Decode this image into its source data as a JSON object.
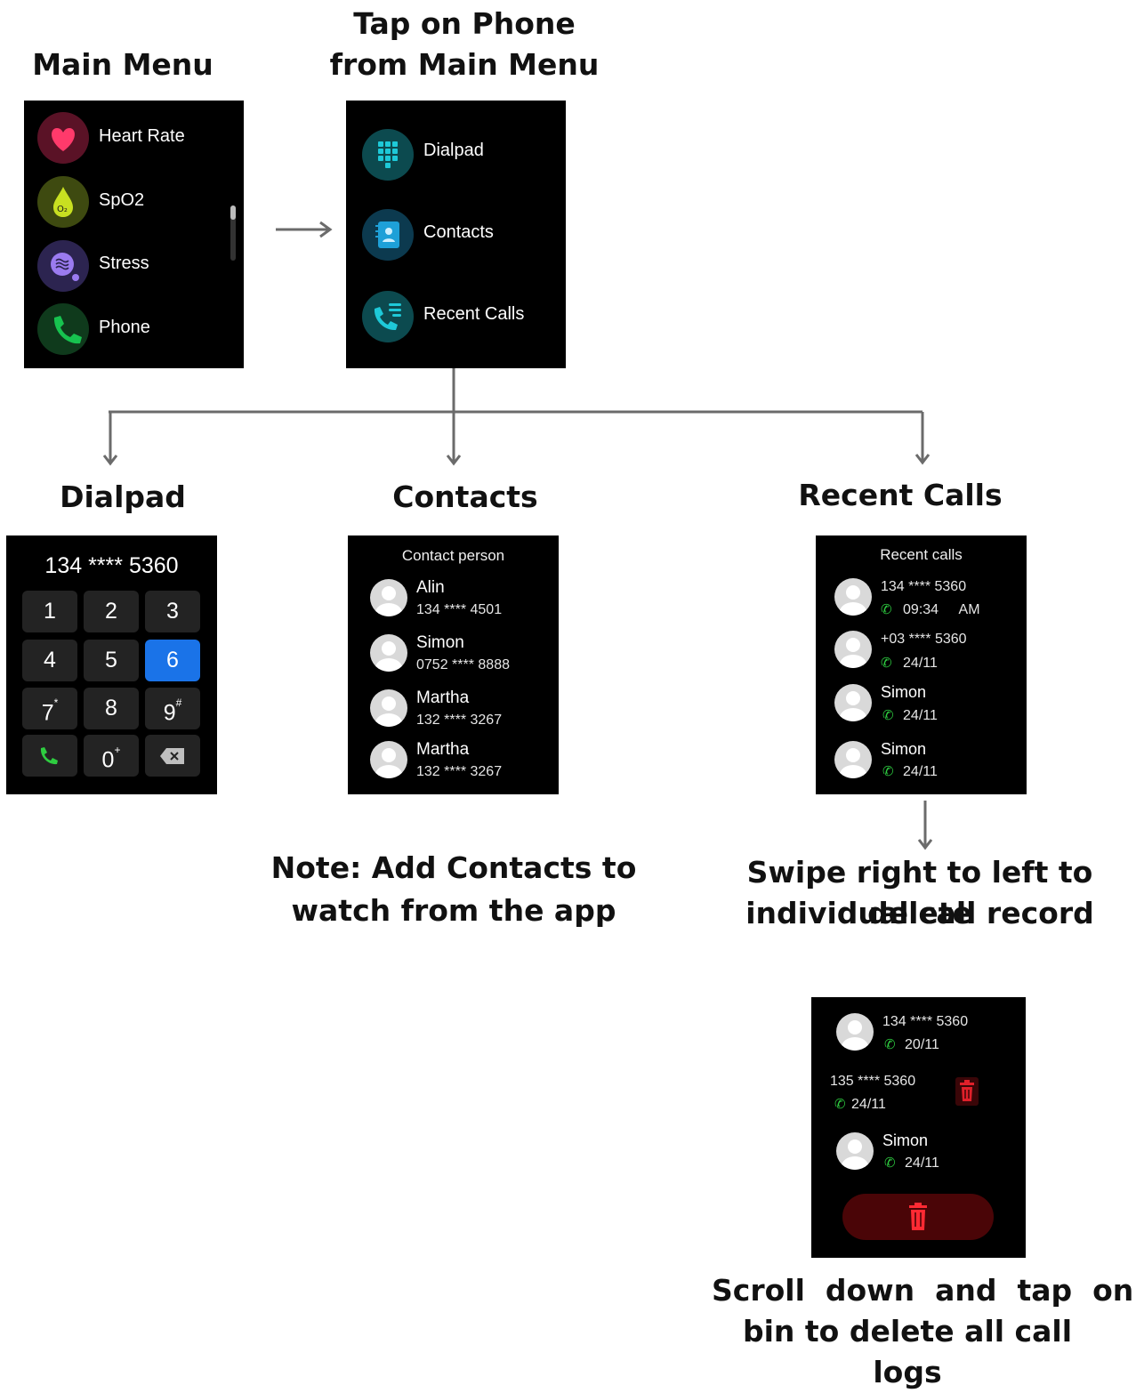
{
  "headings": {
    "main_menu": "Main Menu",
    "tap_phone_line1": "Tap on Phone",
    "tap_phone_line2": "from Main Menu",
    "dialpad": "Dialpad",
    "contacts": "Contacts",
    "recent_calls": "Recent Calls",
    "note_line1": "Note: Add Contacts to",
    "note_line2": "watch from the app",
    "swipe_line1": "Swipe right to left to delete",
    "swipe_line2": "individual call record",
    "scroll_line1": "Scroll  down  and  tap  on",
    "scroll_line2": "bin to delete all call logs"
  },
  "main_menu": {
    "items": [
      {
        "label": "Heart Rate",
        "icon": "heart-icon",
        "color": "#e8244f"
      },
      {
        "label": "SpO2",
        "icon": "oxygen-drop-icon",
        "color": "#c8e021"
      },
      {
        "label": "Stress",
        "icon": "stress-icon",
        "color": "#9b7bf0"
      },
      {
        "label": "Phone",
        "icon": "phone-icon",
        "color": "#17b04a"
      }
    ]
  },
  "phone_menu": {
    "items": [
      {
        "label": "Dialpad",
        "icon": "dialpad-icon"
      },
      {
        "label": "Contacts",
        "icon": "contacts-book-icon"
      },
      {
        "label": "Recent Calls",
        "icon": "recent-calls-icon"
      }
    ],
    "accent": "#1ec9d8"
  },
  "dialpad": {
    "number": "134 **** 5360",
    "keys": [
      {
        "main": "1",
        "sup": ""
      },
      {
        "main": "2",
        "sup": ""
      },
      {
        "main": "3",
        "sup": ""
      },
      {
        "main": "4",
        "sup": ""
      },
      {
        "main": "5",
        "sup": ""
      },
      {
        "main": "6",
        "sup": ""
      },
      {
        "main": "7",
        "sup": "*"
      },
      {
        "main": "8",
        "sup": ""
      },
      {
        "main": "9",
        "sup": "#"
      },
      {
        "main": "",
        "sup": "",
        "icon": "call-icon"
      },
      {
        "main": "0",
        "sup": "+"
      },
      {
        "main": "",
        "sup": "",
        "icon": "backspace-icon"
      }
    ],
    "active_key": "6",
    "active_color": "#1a73e8"
  },
  "contacts": {
    "title": "Contact person",
    "items": [
      {
        "name": "Alin",
        "number": "134 **** 4501"
      },
      {
        "name": "Simon",
        "number": "0752 **** 8888"
      },
      {
        "name": "Martha",
        "number": "132 **** 3267"
      },
      {
        "name": "Martha",
        "number": "132 **** 3267"
      }
    ]
  },
  "recent_calls": {
    "title": "Recent calls",
    "items": [
      {
        "who": "134 **** 5360",
        "when": "09:34",
        "ampm": "AM",
        "type": "missed"
      },
      {
        "who": "+03 **** 5360",
        "when": "24/11",
        "ampm": "",
        "type": "incoming"
      },
      {
        "who": "Simon",
        "when": "24/11",
        "ampm": "",
        "type": "outgoing"
      },
      {
        "who": "Simon",
        "when": "24/11",
        "ampm": "",
        "type": "outgoing"
      }
    ]
  },
  "delete_screen": {
    "items": [
      {
        "who": "134 **** 5360",
        "when": "20/11"
      },
      {
        "who": "135 **** 5360",
        "when": "24/11"
      },
      {
        "who": "Simon",
        "when": "24/11"
      }
    ],
    "delete_color": "#e0202a"
  }
}
